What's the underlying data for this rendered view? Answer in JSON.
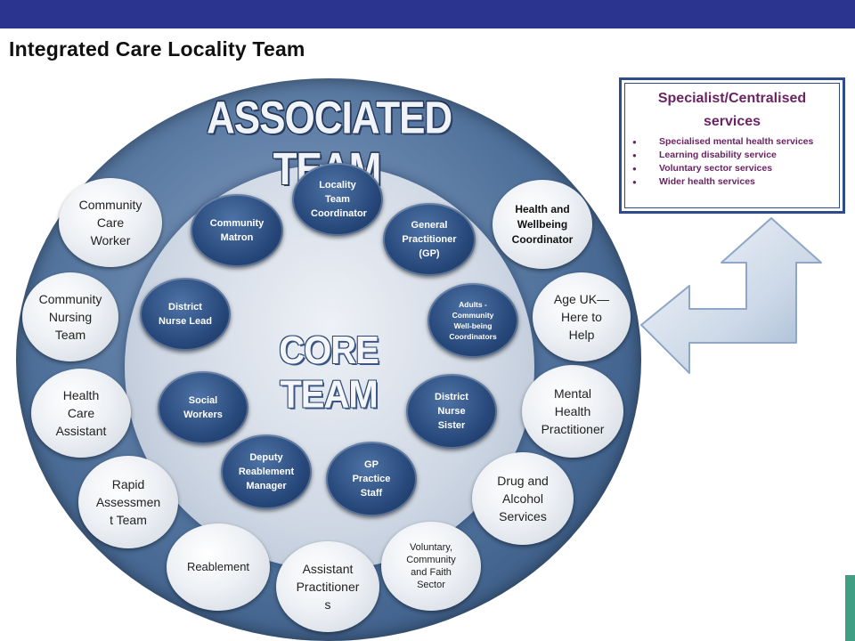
{
  "page": {
    "title": "Integrated Care Locality Team"
  },
  "diagram": {
    "associated_heading": "ASSOCIATED TEAM",
    "core_heading": "CORE TEAM",
    "core_team": [
      "Locality Team Coordinator",
      "General Practitioner (GP)",
      "Adults - Community Well-being Coordinators",
      "District Nurse Sister",
      "GP Practice Staff",
      "Deputy Reablement Manager",
      "Social Workers",
      "District Nurse Lead",
      "Community Matron"
    ],
    "associated_team": [
      "Community Care Worker",
      "Community Nursing Team",
      "Health Care Assistant",
      "Rapid Assessmen t Team",
      "Reablement",
      "Assistant Practitioner s",
      "Voluntary, Community and Faith Sector",
      "Drug and Alcohol Services",
      "Mental Health Practitioner",
      "Age UK—Here to Help",
      "Health and Wellbeing Coordinator"
    ]
  },
  "specialist": {
    "title": "Specialist/Centralised services",
    "items": [
      "Specialised mental health services",
      "Learning disability service",
      "Voluntary sector services",
      "Wider health services"
    ]
  },
  "colors": {
    "top_bar": "#2b3590",
    "core_node": "#27487a",
    "associated_node": "#eef1f5",
    "specialist_text": "#6b2463",
    "specialist_border": "#2e4c8c"
  }
}
